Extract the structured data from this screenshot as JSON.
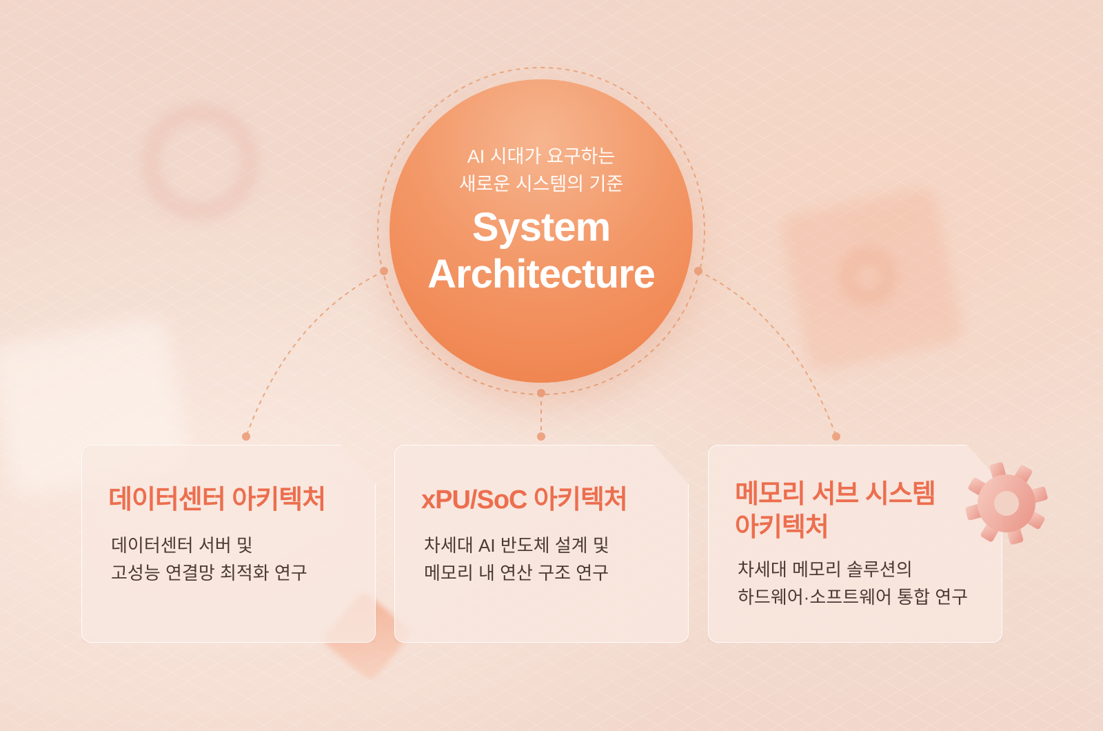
{
  "hub": {
    "subtitle_line1": "AI 시대가 요구하는",
    "subtitle_line2": "새로운 시스템의 기준",
    "title_line1": "System",
    "title_line2": "Architecture"
  },
  "cards": [
    {
      "title": "데이터센터 아키텍처",
      "desc_line1": "데이터센터 서버 및",
      "desc_line2": "고성능 연결망 최적화 연구"
    },
    {
      "title": "xPU/SoC 아키텍처",
      "desc_line1": "차세대 AI 반도체 설계 및",
      "desc_line2": "메모리 내 연산 구조 연구"
    },
    {
      "title_line1": "메모리 서브 시스템",
      "title_line2": "아키텍처",
      "desc_line1": "차세대 메모리 솔루션의",
      "desc_line2": "하드웨어·소프트웨어 통합 연구"
    }
  ],
  "colors": {
    "accent": "#ec6e4e",
    "hub_center": "#f39868",
    "connector": "#e9a77f"
  }
}
